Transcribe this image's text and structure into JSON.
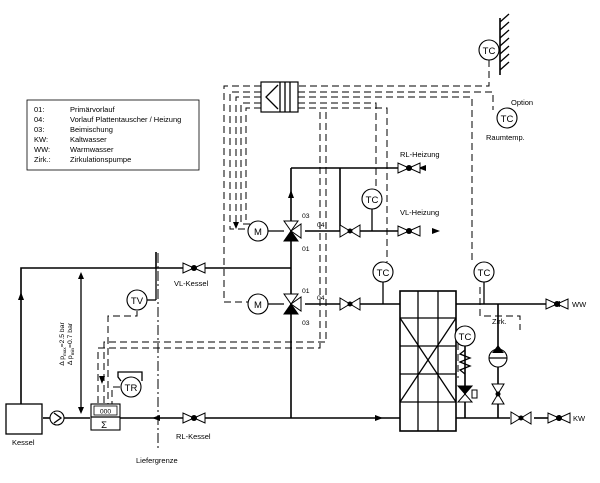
{
  "legend": [
    {
      "code": "01:",
      "text": "Primärvorlauf"
    },
    {
      "code": "04:",
      "text": "Vorlauf Plattentauscher / Heizung"
    },
    {
      "code": "03:",
      "text": "Beimischung"
    },
    {
      "code": "KW:",
      "text": "Kaltwasser"
    },
    {
      "code": "WW:",
      "text": "Warmwasser"
    },
    {
      "code": "Zirk.:",
      "text": "Zirkulationspumpe"
    }
  ],
  "labels": {
    "option": "Option",
    "raumtemp": "Raumtemp.",
    "rl_heizung": "RL-Heizung",
    "vl_heizung": "VL-Heizung",
    "vl_kessel": "VL-Kessel",
    "rl_kessel": "RL-Kessel",
    "kessel": "Kessel",
    "liefergrenze": "Liefergrenze",
    "ww": "WW",
    "kw": "KW",
    "zirk": "Zirk.",
    "dp_line1": "Δ p",
    "dp_sub1": "min",
    "dp_val1": "=0.7 bar",
    "dp_line2": "Δ p",
    "dp_sub2": "max",
    "dp_val2": "=2.5 bar",
    "port_03_top": "03",
    "port_04_top": "04",
    "port_01_top": "01",
    "port_01_bot": "01",
    "port_04_bot": "04",
    "port_03_bot": "03",
    "counter": "000",
    "sigma": "Σ"
  },
  "instruments": {
    "tc": "TC",
    "tv": "TV",
    "tr": "TR",
    "m": "M"
  }
}
